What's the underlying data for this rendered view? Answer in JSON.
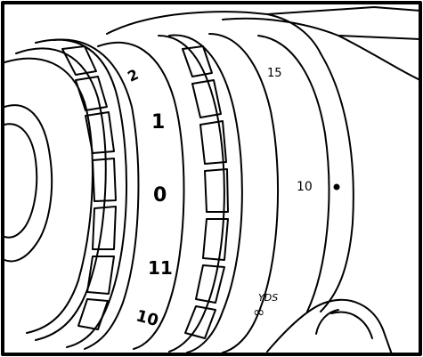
{
  "diagram": {
    "aperture_ring": {
      "labels": [
        "2",
        "1",
        "0",
        "11",
        "10"
      ]
    },
    "distance_scale": {
      "labels": [
        "15",
        "10",
        "YDS",
        "∞"
      ]
    }
  },
  "colors": {
    "line": "#000000",
    "background": "#ffffff"
  }
}
